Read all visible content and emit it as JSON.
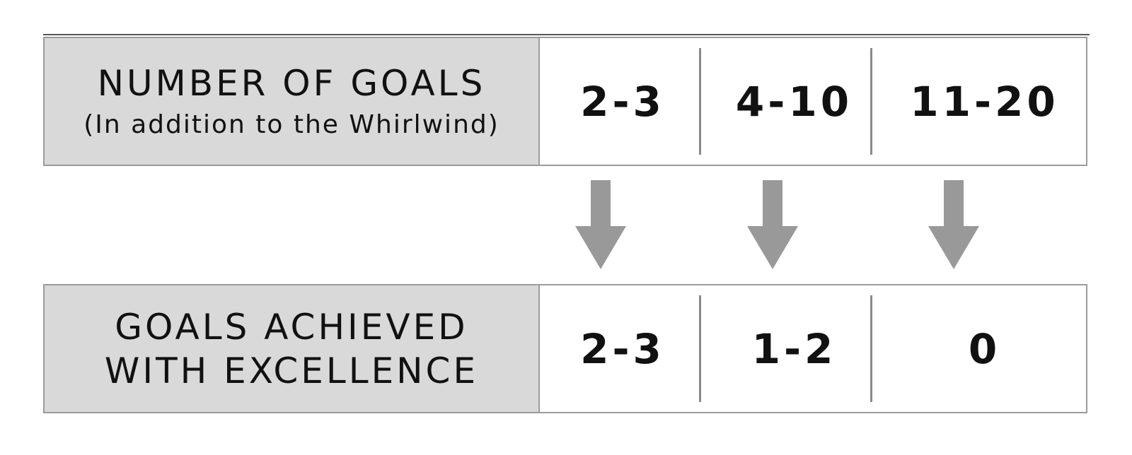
{
  "row1": {
    "label": "NUMBER OF GOALS",
    "sublabel": "(In addition to the Whirlwind)",
    "values": [
      "2-3",
      "4-10",
      "11-20"
    ]
  },
  "row2": {
    "label_line1": "GOALS ACHIEVED",
    "label_line2": "WITH EXCELLENCE",
    "values": [
      "2-3",
      "1-2",
      "0"
    ]
  },
  "colors": {
    "label_fill": "#d9d9d9",
    "border": "#9b9b9b",
    "arrow": "#999999",
    "text": "#111111"
  },
  "icons": [
    "arrow-down-icon",
    "arrow-down-icon",
    "arrow-down-icon"
  ]
}
